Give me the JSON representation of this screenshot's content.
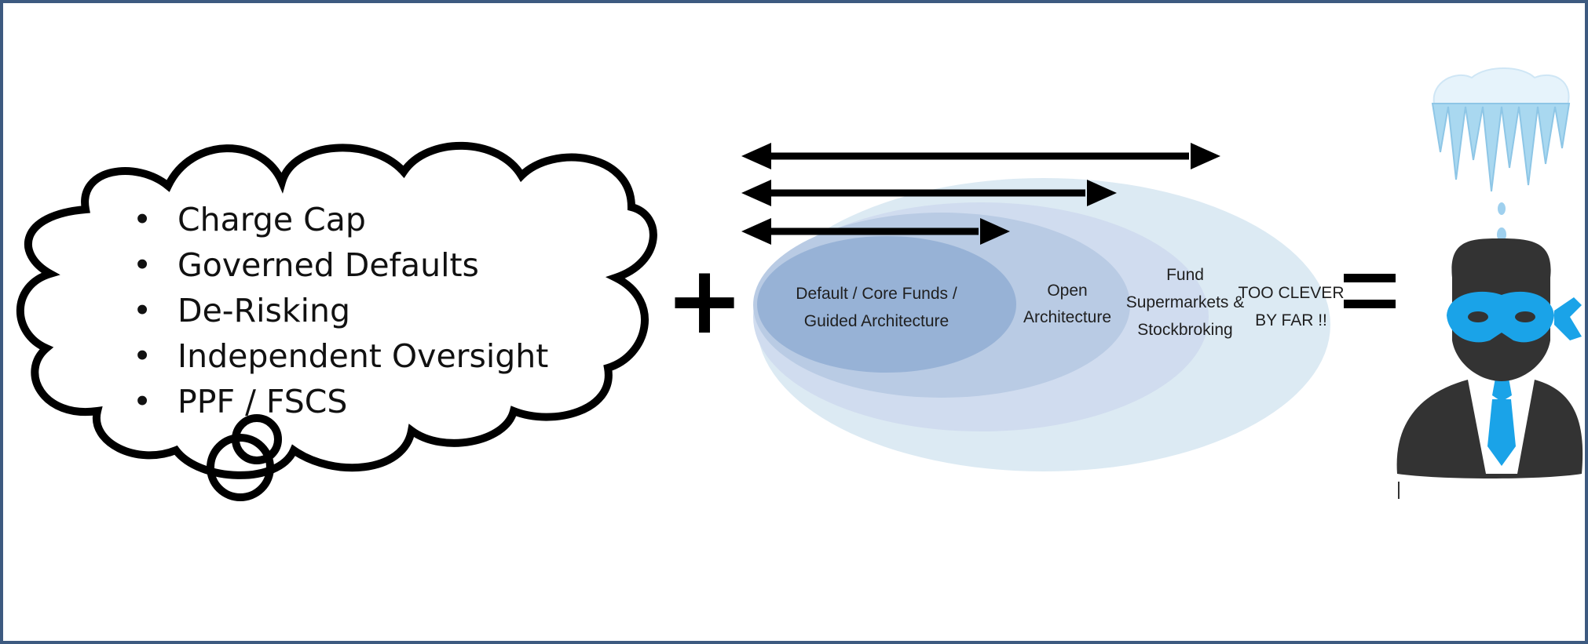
{
  "cloud": {
    "items": [
      "Charge Cap",
      "Governed Defaults",
      "De-Risking",
      "Independent Oversight",
      "PPF / FSCS"
    ],
    "bullet": "•"
  },
  "operators": {
    "plus": "+",
    "equals": "="
  },
  "zones": [
    {
      "lines": [
        "Default / Core Funds /",
        "Guided Architecture"
      ]
    },
    {
      "lines": [
        "Open",
        "Architecture"
      ]
    },
    {
      "lines": [
        "Fund",
        "Supermarkets &",
        "Stockbroking"
      ]
    },
    {
      "lines": [
        "TOO CLEVER",
        "BY FAR !!"
      ]
    }
  ],
  "colors": {
    "frame": "#3d5a80",
    "zone_inner": "#97b2d6",
    "zone_2": "#b9cbe4",
    "zone_3": "#d0dcef",
    "zone_outer": "#dceaf3",
    "mask": "#1aa3e8",
    "person": "#333333",
    "icicle": "#a9d8f0"
  },
  "icons": [
    "thought-cloud-icon",
    "double-arrow-icon",
    "masked-person-icon",
    "icicle-icon"
  ]
}
